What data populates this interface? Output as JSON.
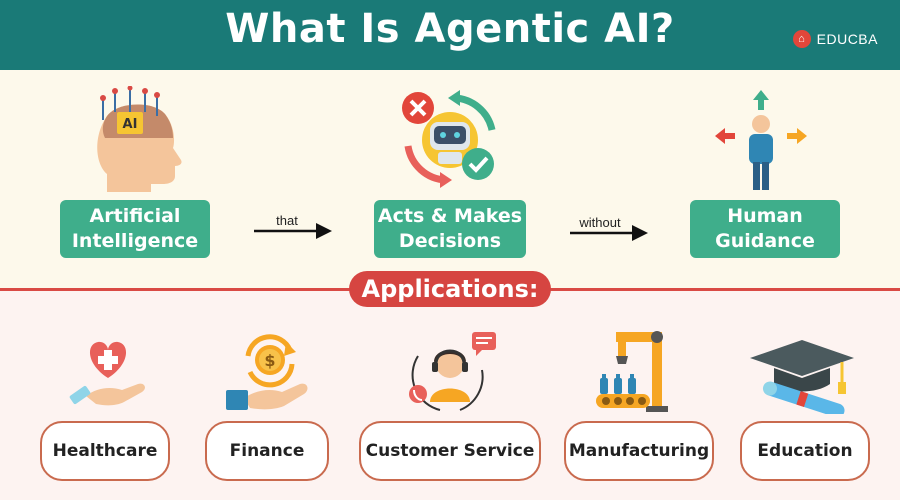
{
  "header": {
    "title": "What Is Agentic AI?",
    "brand": "EDUCBA",
    "brand_color": "#1a7a77"
  },
  "definition": {
    "concepts": [
      {
        "label_line1": "Artificial",
        "label_line2": "Intelligence",
        "icon": "ai-head-icon"
      },
      {
        "label_line1": "Acts & Makes",
        "label_line2": "Decisions",
        "icon": "robot-decision-icon"
      },
      {
        "label_line1": "Human",
        "label_line2": "Guidance",
        "icon": "person-directions-icon"
      }
    ],
    "connectors": [
      {
        "label": "that"
      },
      {
        "label": "without"
      }
    ],
    "box_color": "#3fae8b"
  },
  "applications": {
    "heading": "Applications:",
    "heading_color": "#d64541",
    "items": [
      {
        "label": "Healthcare",
        "icon": "heart-hand-icon"
      },
      {
        "label": "Finance",
        "icon": "coin-hand-icon"
      },
      {
        "label": "Customer Service",
        "icon": "headset-agent-icon"
      },
      {
        "label": "Manufacturing",
        "icon": "robot-arm-icon"
      },
      {
        "label": "Education",
        "icon": "graduation-cap-icon"
      }
    ]
  }
}
